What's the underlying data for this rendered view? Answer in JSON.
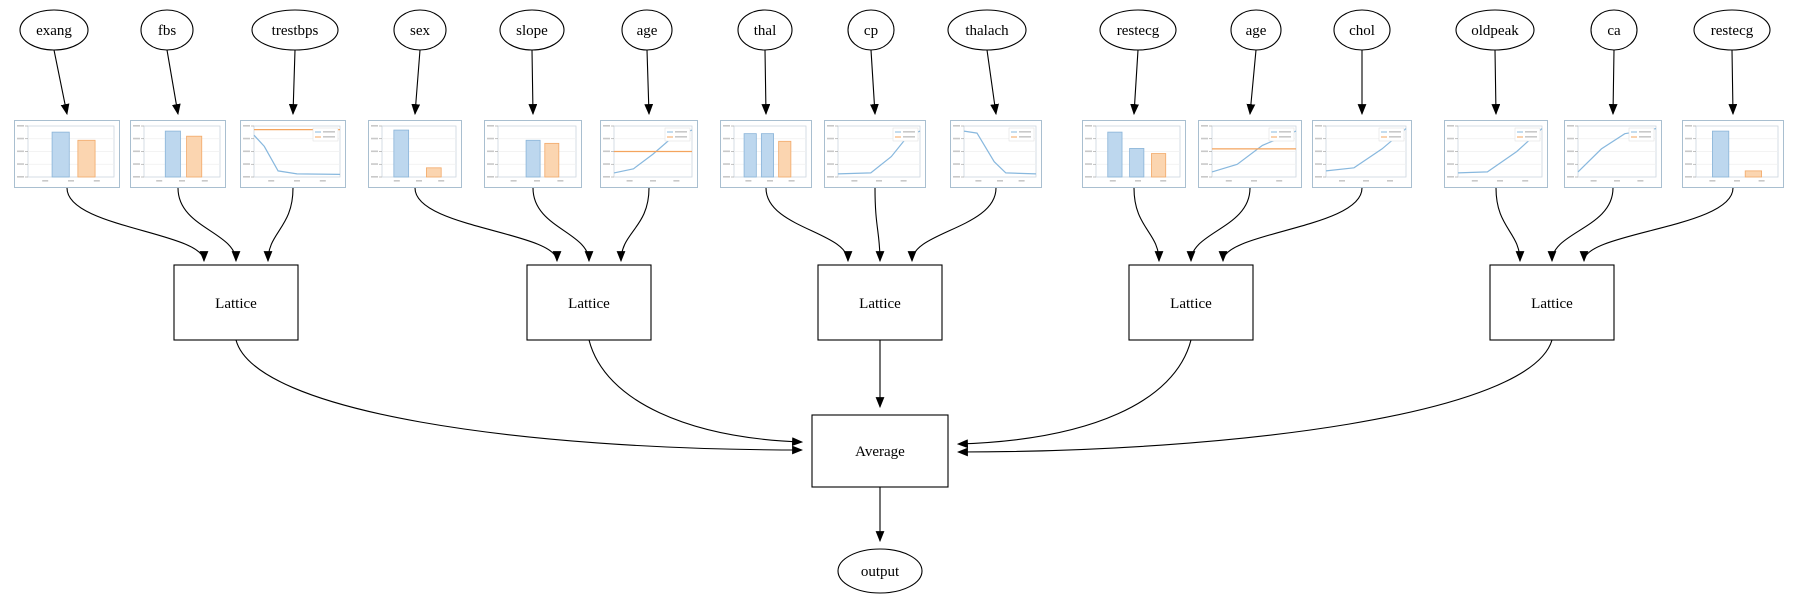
{
  "diagram_title": "lattice-ensemble-model-graph",
  "average": {
    "label": "Average"
  },
  "output": {
    "label": "output"
  },
  "lattices": [
    {
      "label": "Lattice",
      "inputs": [
        "exang",
        "fbs",
        "trestbps"
      ]
    },
    {
      "label": "Lattice",
      "inputs": [
        "sex",
        "slope",
        "age"
      ]
    },
    {
      "label": "Lattice",
      "inputs": [
        "thal",
        "cp",
        "thalach"
      ]
    },
    {
      "label": "Lattice",
      "inputs": [
        "restecg",
        "age",
        "chol"
      ]
    },
    {
      "label": "Lattice",
      "inputs": [
        "oldpeak",
        "ca",
        "restecg"
      ]
    }
  ],
  "features": [
    {
      "label": "exang",
      "chart": {
        "type": "bar",
        "bars": [
          {
            "color": "blue",
            "x": 0.28,
            "w": 0.2,
            "h": 0.88
          },
          {
            "color": "orange",
            "x": 0.58,
            "w": 0.2,
            "h": 0.72
          }
        ]
      }
    },
    {
      "label": "fbs",
      "chart": {
        "type": "bar",
        "bars": [
          {
            "color": "blue",
            "x": 0.28,
            "w": 0.2,
            "h": 0.9
          },
          {
            "color": "orange",
            "x": 0.56,
            "w": 0.2,
            "h": 0.8
          }
        ]
      }
    },
    {
      "label": "trestbps",
      "chart": {
        "type": "line",
        "legend": true,
        "series": [
          {
            "color": "blue",
            "points": [
              [
                0,
                0.82
              ],
              [
                0.12,
                0.6
              ],
              [
                0.28,
                0.12
              ],
              [
                0.5,
                0.06
              ],
              [
                1,
                0.05
              ]
            ]
          },
          {
            "color": "orange",
            "points": [
              [
                0,
                0.93
              ],
              [
                1,
                0.93
              ]
            ]
          }
        ]
      }
    },
    {
      "label": "sex",
      "chart": {
        "type": "bar",
        "bars": [
          {
            "color": "blue",
            "x": 0.16,
            "w": 0.2,
            "h": 0.92
          },
          {
            "color": "orange",
            "x": 0.6,
            "w": 0.2,
            "h": 0.18
          }
        ]
      }
    },
    {
      "label": "slope",
      "chart": {
        "type": "bar",
        "bars": [
          {
            "color": "blue",
            "x": 0.36,
            "w": 0.18,
            "h": 0.72
          },
          {
            "color": "orange",
            "x": 0.6,
            "w": 0.18,
            "h": 0.66
          }
        ]
      }
    },
    {
      "label": "age",
      "chart": {
        "type": "line",
        "legend": true,
        "series": [
          {
            "color": "blue",
            "points": [
              [
                0,
                0.08
              ],
              [
                0.25,
                0.16
              ],
              [
                0.5,
                0.45
              ],
              [
                0.75,
                0.78
              ],
              [
                1,
                0.92
              ]
            ]
          },
          {
            "color": "orange",
            "points": [
              [
                0,
                0.5
              ],
              [
                1,
                0.5
              ]
            ]
          }
        ]
      }
    },
    {
      "label": "thal",
      "chart": {
        "type": "bar",
        "bars": [
          {
            "color": "blue",
            "x": 0.14,
            "w": 0.17,
            "h": 0.85
          },
          {
            "color": "blue",
            "x": 0.38,
            "w": 0.17,
            "h": 0.85
          },
          {
            "color": "orange",
            "x": 0.62,
            "w": 0.17,
            "h": 0.7
          }
        ]
      }
    },
    {
      "label": "cp",
      "chart": {
        "type": "line",
        "legend": true,
        "series": [
          {
            "color": "blue",
            "points": [
              [
                0,
                0.06
              ],
              [
                0.4,
                0.08
              ],
              [
                0.65,
                0.4
              ],
              [
                0.85,
                0.8
              ],
              [
                1,
                0.9
              ]
            ]
          }
        ]
      }
    },
    {
      "label": "thalach",
      "chart": {
        "type": "line",
        "legend": true,
        "series": [
          {
            "color": "blue",
            "points": [
              [
                0,
                0.9
              ],
              [
                0.18,
                0.86
              ],
              [
                0.42,
                0.3
              ],
              [
                0.58,
                0.08
              ],
              [
                1,
                0.06
              ]
            ]
          }
        ]
      }
    },
    {
      "label": "restecg",
      "chart": {
        "type": "bar",
        "bars": [
          {
            "color": "blue",
            "x": 0.14,
            "w": 0.17,
            "h": 0.88
          },
          {
            "color": "blue",
            "x": 0.4,
            "w": 0.17,
            "h": 0.56
          },
          {
            "color": "orange",
            "x": 0.66,
            "w": 0.17,
            "h": 0.46
          }
        ]
      }
    },
    {
      "label": "age",
      "chart": {
        "type": "line",
        "legend": true,
        "series": [
          {
            "color": "blue",
            "points": [
              [
                0,
                0.1
              ],
              [
                0.3,
                0.25
              ],
              [
                0.6,
                0.62
              ],
              [
                1,
                0.9
              ]
            ]
          },
          {
            "color": "orange",
            "points": [
              [
                0,
                0.55
              ],
              [
                1,
                0.55
              ]
            ]
          }
        ]
      }
    },
    {
      "label": "chol",
      "chart": {
        "type": "line",
        "legend": true,
        "series": [
          {
            "color": "blue",
            "points": [
              [
                0,
                0.12
              ],
              [
                0.35,
                0.18
              ],
              [
                0.7,
                0.55
              ],
              [
                1,
                0.95
              ]
            ]
          }
        ]
      }
    },
    {
      "label": "oldpeak",
      "chart": {
        "type": "line",
        "legend": true,
        "series": [
          {
            "color": "blue",
            "points": [
              [
                0,
                0.08
              ],
              [
                0.35,
                0.1
              ],
              [
                0.7,
                0.5
              ],
              [
                1,
                0.95
              ]
            ]
          }
        ]
      }
    },
    {
      "label": "ca",
      "chart": {
        "type": "line",
        "legend": true,
        "series": [
          {
            "color": "blue",
            "points": [
              [
                0,
                0.1
              ],
              [
                0.3,
                0.55
              ],
              [
                0.6,
                0.85
              ],
              [
                1,
                0.95
              ]
            ]
          }
        ]
      }
    },
    {
      "label": "restecg",
      "chart": {
        "type": "bar",
        "bars": [
          {
            "color": "blue",
            "x": 0.2,
            "w": 0.2,
            "h": 0.9
          },
          {
            "color": "orange",
            "x": 0.6,
            "w": 0.2,
            "h": 0.12
          }
        ]
      }
    }
  ],
  "colors": {
    "bar_blue_fill": "#bdd7ee",
    "bar_blue_stroke": "#8ab4d8",
    "bar_orange_fill": "#fbd5b0",
    "bar_orange_stroke": "#f2a969",
    "line_blue": "#88b8de",
    "line_orange": "#f4a45e",
    "edge_color": "#000000",
    "chart_border": "#a9bfd0"
  }
}
